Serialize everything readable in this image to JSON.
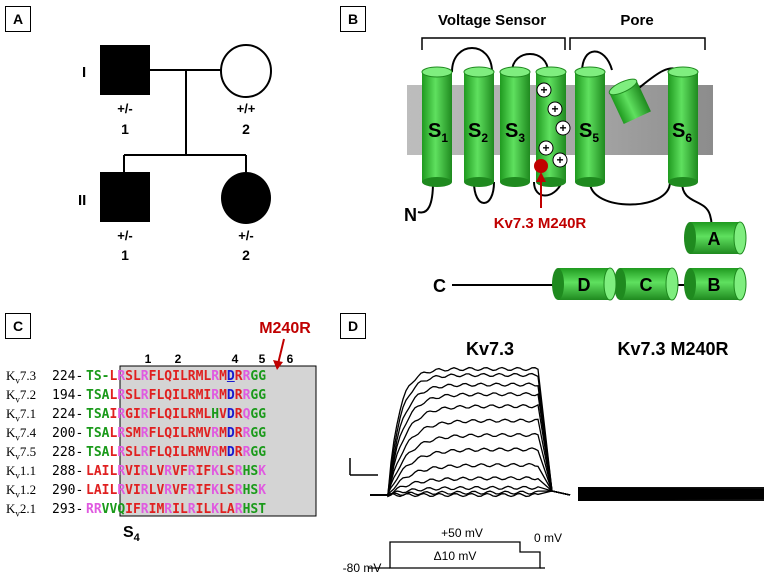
{
  "panels": {
    "A": "A",
    "B": "B",
    "C": "C",
    "D": "D"
  },
  "pedigree": {
    "gen1": "I",
    "gen2": "II",
    "I1": {
      "genotype": "+/-",
      "number": "1"
    },
    "I2": {
      "genotype": "+/+",
      "number": "2"
    },
    "II1": {
      "genotype": "+/-",
      "number": "1"
    },
    "II2": {
      "genotype": "+/-",
      "number": "2"
    }
  },
  "channel": {
    "voltage_sensor": "Voltage Sensor",
    "pore": "Pore",
    "segments": [
      "S1",
      "S2",
      "S3",
      "S5",
      "S6"
    ],
    "n_term": "N",
    "c_term": "C",
    "mutation_label": "Kv7.3 M240R",
    "helices": [
      "A",
      "B",
      "C",
      "D"
    ]
  },
  "alignment": {
    "mutation": "M240R",
    "positions": [
      "1",
      "2",
      "4",
      "5",
      "6"
    ],
    "segment_label": "S4",
    "rows": [
      {
        "name": "Kv7.3",
        "start": "224",
        "seq": "TS-LRSLRFLQILRMLRMDRRGG",
        "col": "gggrmrrmrrrrrrrrmrbrmgg"
      },
      {
        "name": "Kv7.2",
        "start": "194",
        "seq": "TSALRSLRFLQILRMIRMDRRGG",
        "col": "gggrmrrmrrrrrrrrmrbrmgg"
      },
      {
        "name": "Kv7.1",
        "start": "224",
        "seq": "TSAIRGIRFLQILRMLHVDRQGG",
        "col": "gggrmrrmrrrrrrrrgrbrmgg"
      },
      {
        "name": "Kv7.4",
        "start": "200",
        "seq": "TSALRSMRFLQILRMVRMDRRGG",
        "col": "gggrmrrmrrrrrrrrmrbrmgg"
      },
      {
        "name": "Kv7.5",
        "start": "228",
        "seq": "TSALRSLRFLQILRMVRMDRRGG",
        "col": "gggrmrrmrrrrrrrrmrbrmgg"
      },
      {
        "name": "Kv1.1",
        "start": "288",
        "seq": "LAILRVIRLVRVFRIFKLSRHSK",
        "col": "rrrrmrrmrrmrrmrrmrrmggm"
      },
      {
        "name": "Kv1.2",
        "start": "290",
        "seq": "LAILRVIRLVRVFRIFKLSRHSK",
        "col": "rrrrmrrmrrmrrmrrmrrmggm"
      },
      {
        "name": "Kv2.1",
        "start": "293",
        "seq": "RRVVQIFRIMRILRILKLARHST",
        "col": "mmgggrrmrrmrrmrrmrrmggg"
      }
    ]
  },
  "currents": {
    "wt_title": "Kv7.3",
    "mut_title": "Kv7.3 M240R",
    "protocol": {
      "holding": "-80 mV",
      "step_max": "+50 mV",
      "tail": "0 mV",
      "increment": "Δ10 mV"
    },
    "wt_steady_levels": [
      0.0,
      0.02,
      0.06,
      0.14,
      0.25,
      0.38,
      0.5,
      0.62,
      0.74,
      0.84,
      0.92,
      1.0,
      1.05
    ]
  },
  "colors": {
    "helix_green": "#3cc83c",
    "mutation_red": "#c00000",
    "membrane_gray": "#b4b4b4"
  }
}
